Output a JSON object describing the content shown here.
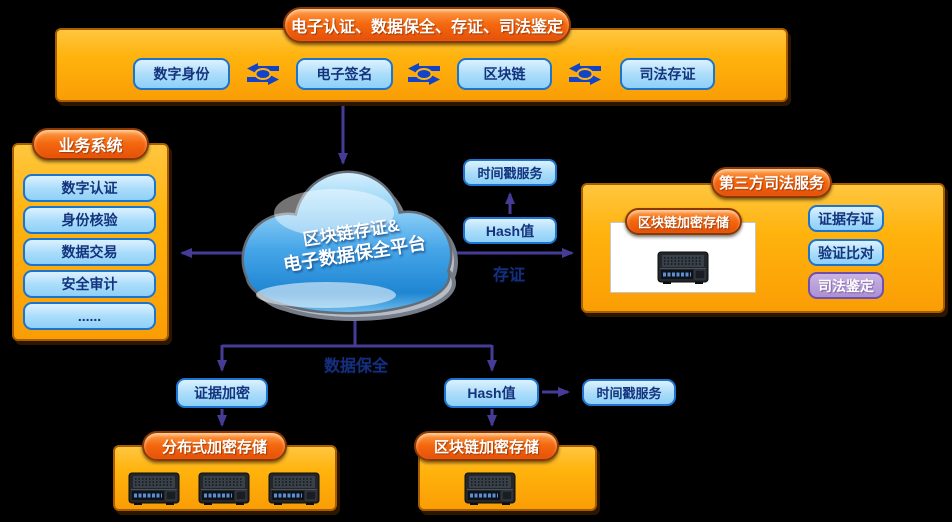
{
  "colors": {
    "background": "#000000",
    "panel_orange": "#ffb30d",
    "panel_border": "#a85e00",
    "pill_orange": "#f4670e",
    "pill_border": "#8a3a00",
    "box_blue_fill": "#a8dcfa",
    "box_blue_border": "#1b74cf",
    "box_text_navy": "#14337d",
    "purple_fill": "#ac90d3",
    "purple_border": "#6f4fae",
    "arrow": "#463b96",
    "cloud_blue": "#45a5e8"
  },
  "top_banner": {
    "title": "电子认证、数据保全、存证、司法鉴定",
    "items": [
      {
        "label": "数字身份"
      },
      {
        "label": "电子签名"
      },
      {
        "label": "区块链"
      },
      {
        "label": "司法存证"
      }
    ]
  },
  "business": {
    "title": "业务系统",
    "items": [
      {
        "label": "数字认证"
      },
      {
        "label": "身份核验"
      },
      {
        "label": "数据交易"
      },
      {
        "label": "安全审计"
      },
      {
        "label": "......"
      }
    ]
  },
  "cloud": {
    "line1": "区块链存证&",
    "line2": "电子数据保全平台"
  },
  "middle": {
    "timestamp": "时间戳服务",
    "hash": "Hash值"
  },
  "flows": {
    "cunzheng": "存证",
    "baoquan": "数据保全"
  },
  "judicial": {
    "title": "第三方司法服务",
    "storage_title": "区块链加密存储",
    "items": [
      {
        "label": "证据存证"
      },
      {
        "label": "验证比对"
      },
      {
        "label": "司法鉴定"
      }
    ]
  },
  "bottom": {
    "evidence_encrypt": "证据加密",
    "hash": "Hash值",
    "timestamp": "时间戳服务",
    "distributed_title": "分布式加密存储",
    "blockchain_title": "区块链加密存储"
  }
}
